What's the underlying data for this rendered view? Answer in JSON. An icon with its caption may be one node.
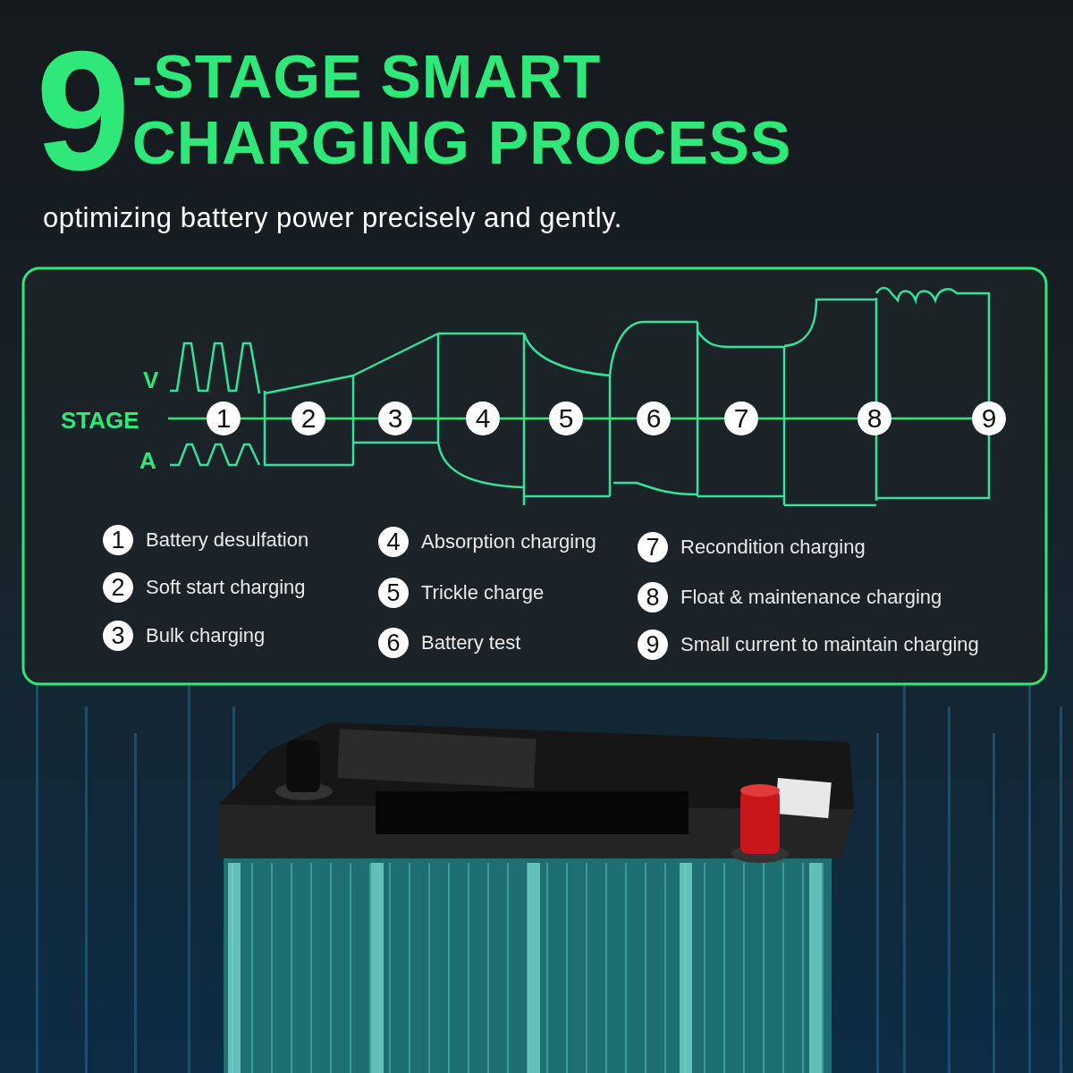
{
  "diagram": {
    "title": "9-STAGE SMART CHARGING PROCESS",
    "nodes": [
      {
        "text": [
          "1"
        ]
      },
      {
        "text": [
          "2"
        ]
      },
      {
        "text": [
          "3"
        ]
      },
      {
        "text": [
          "4"
        ]
      },
      {
        "text": [
          "5"
        ]
      },
      {
        "text": [
          "6"
        ]
      },
      {
        "text": [
          "7"
        ]
      },
      {
        "text": [
          "8"
        ]
      },
      {
        "text": [
          "9"
        ]
      },
      {
        "text": [
          "1"
        ],
        "beside": [
          "Battery desulfation"
        ]
      },
      {
        "text": [
          "2"
        ],
        "beside": [
          "Soft start charging"
        ]
      },
      {
        "text": [
          "3"
        ],
        "beside": [
          "Bulk charging"
        ]
      },
      {
        "text": [
          "4"
        ],
        "beside": [
          "Absorption charging"
        ]
      },
      {
        "text": [
          "5"
        ],
        "beside": [
          "Trickle charge"
        ]
      },
      {
        "text": [
          "6"
        ],
        "beside": [
          "Battery test"
        ]
      },
      {
        "text": [
          "7"
        ],
        "beside": [
          "Recondition charging"
        ]
      },
      {
        "text": [
          "8"
        ],
        "beside": [
          "Float & maintenance charging"
        ]
      },
      {
        "text": [
          "9"
        ],
        "beside": [
          "Small current to maintain charging"
        ]
      }
    ],
    "edges": [
      {
        "from": 0,
        "to": 1,
        "arrow": "none"
      },
      {
        "from": 1,
        "to": 2,
        "arrow": "none"
      },
      {
        "from": 2,
        "to": 3,
        "arrow": "none"
      },
      {
        "from": 3,
        "to": 4,
        "arrow": "none"
      },
      {
        "from": 4,
        "to": 5,
        "arrow": "none"
      },
      {
        "from": 5,
        "to": 6,
        "arrow": "none"
      },
      {
        "from": 6,
        "to": 7,
        "arrow": "none"
      },
      {
        "from": 7,
        "to": 8,
        "arrow": "none"
      }
    ],
    "labels": [
      "optimizing battery power precisely and gently.",
      "V",
      "STAGE",
      "A"
    ]
  }
}
